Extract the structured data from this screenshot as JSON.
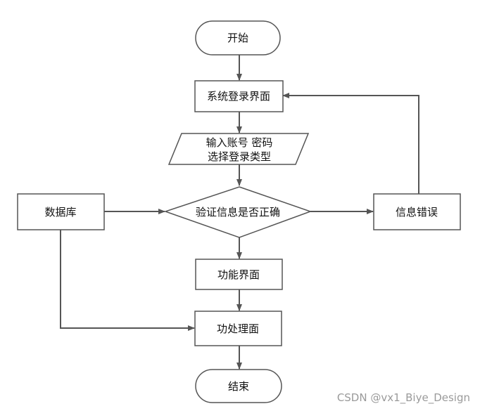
{
  "colors": {
    "stroke": "#555555",
    "fill": "#ffffff",
    "text": "#111111"
  },
  "nodes": {
    "start": {
      "label": "开始"
    },
    "login_screen": {
      "label": "系统登录界面"
    },
    "input": {
      "line1": "输入账号 密码",
      "line2": "选择登录类型"
    },
    "verify": {
      "label": "验证信息是否正确"
    },
    "database": {
      "label": "数据库"
    },
    "error": {
      "label": "信息错误"
    },
    "function_screen": {
      "label": "功能界面"
    },
    "process_screen": {
      "label": "功处理面"
    },
    "end": {
      "label": "结束"
    }
  },
  "watermark": "CSDN @vx1_Biye_Design"
}
